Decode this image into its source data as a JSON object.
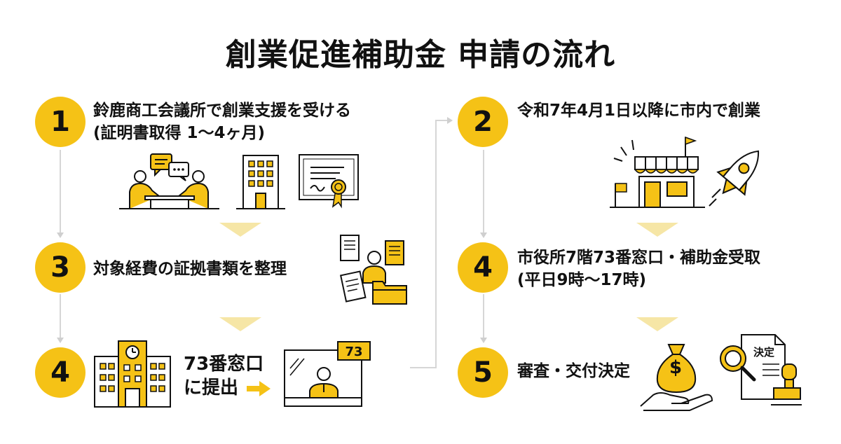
{
  "title": "創業促進補助金 申請の流れ",
  "steps": [
    {
      "num": "1",
      "line1": "鈴鹿商工会議所で創業支援を受ける",
      "line2": "(証明書取得 1〜4ヶ月)"
    },
    {
      "num": "2",
      "line1": "令和7年4月1日以降に市内で創業"
    },
    {
      "num": "3",
      "line1": "対象経費の証拠書類を整理"
    },
    {
      "num": "4",
      "line1": "73番窓口",
      "line2": "に提出"
    },
    {
      "num": "4",
      "line1": "市役所7階73番窓口・補助金受取",
      "line2": "(平日9時〜17時)"
    },
    {
      "num": "5",
      "line1": "審査・交付決定"
    }
  ],
  "window_number": "73",
  "stamp_label": "決定",
  "money_symbol": "$",
  "colors": {
    "accent": "#f5c216",
    "line": "#d6d6d6",
    "pale": "#f6e6a6",
    "ink": "#111111"
  }
}
